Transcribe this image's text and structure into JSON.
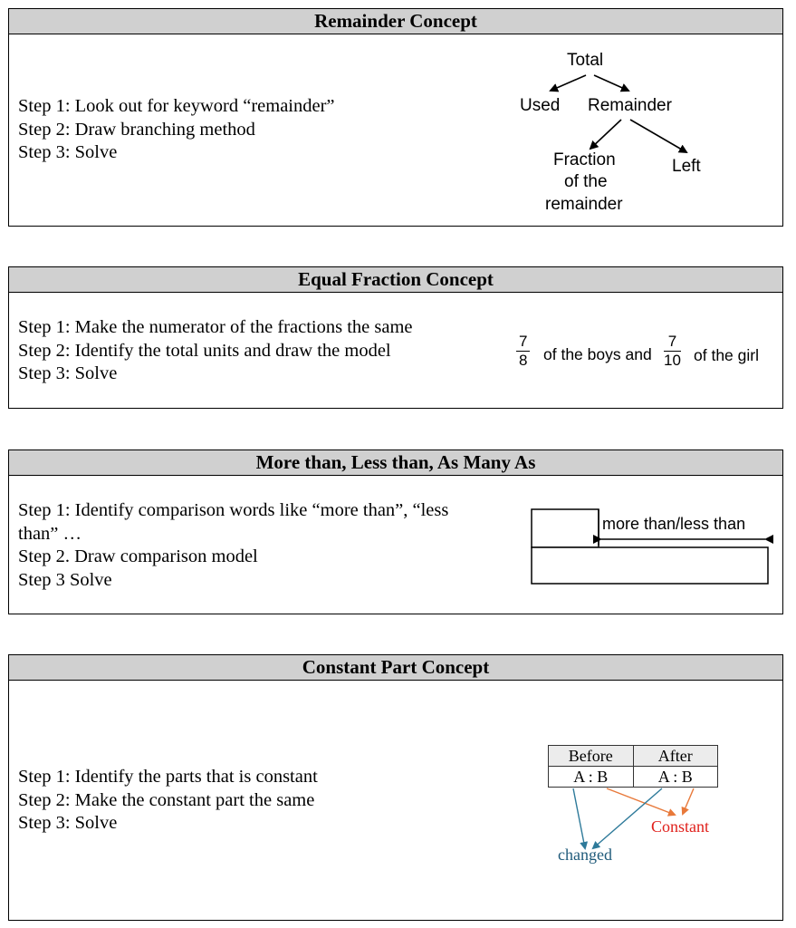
{
  "remainder": {
    "title": "Remainder Concept",
    "steps": [
      "Step 1: Look out for keyword “remainder”",
      "Step 2: Draw branching method",
      "Step 3: Solve"
    ],
    "diagram": {
      "total": "Total",
      "used": "Used",
      "remainder": "Remainder",
      "fraction_l1": "Fraction",
      "fraction_l2": "of the",
      "fraction_l3": "remainder",
      "left": "Left"
    }
  },
  "equal_fraction": {
    "title": "Equal Fraction Concept",
    "steps": [
      "Step 1: Make the numerator of the fractions the same",
      "Step 2: Identify the total units and draw the model",
      "Step 3: Solve"
    ],
    "diagram": {
      "frac1_num": "7",
      "frac1_den": "8",
      "mid_text": "of the boys and",
      "frac2_num": "7",
      "frac2_den": "10",
      "end_text": "of the girl"
    }
  },
  "comparison": {
    "title": "More than, Less than, As Many As",
    "steps": [
      "Step 1: Identify comparison words like “more than”, “less",
      "than” …",
      "Step 2. Draw comparison model",
      "Step 3 Solve"
    ],
    "diagram": {
      "label": "more than/less than"
    }
  },
  "constant": {
    "title": "Constant Part Concept",
    "steps": [
      "Step 1: Identify the parts that is constant",
      "Step 2: Make the constant part the same",
      "Step 3: Solve"
    ],
    "diagram": {
      "before": "Before",
      "after": "After",
      "ratio_before": "A : B",
      "ratio_after": "A : B",
      "constant_label": "Constant",
      "changed_label": "changed"
    },
    "colors": {
      "constant": "#e0201b",
      "changed": "#1f5a7a",
      "orange_arrow": "#e8793a",
      "blue_arrow": "#2e7a9a"
    }
  }
}
